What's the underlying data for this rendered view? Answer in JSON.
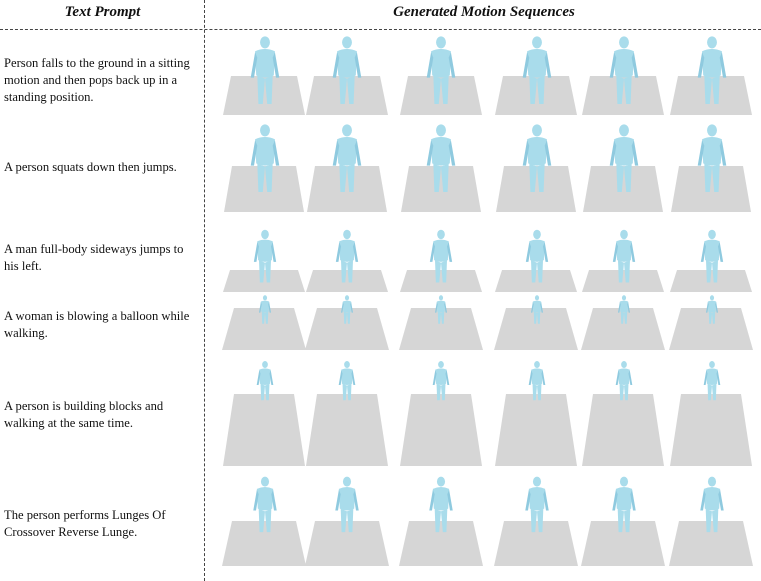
{
  "headers": {
    "text_prompt": "Text Prompt",
    "motion_sequences": "Generated Motion Sequences"
  },
  "prompts": [
    "Person falls to the ground in a sitting motion and then pops back up in a standing position.",
    "A person squats down then jumps.",
    "A man full-body sideways jumps to his left.",
    "A woman is blowing a balloon while walking.",
    "A person is building blocks and walking at the same time.",
    "The person performs Lunges Of Crossover Reverse Lunge."
  ],
  "figure": {
    "rows": 6,
    "frames_per_row": 6,
    "floor_color": "#d6d6d6",
    "figure_color": "#a9dceb"
  }
}
